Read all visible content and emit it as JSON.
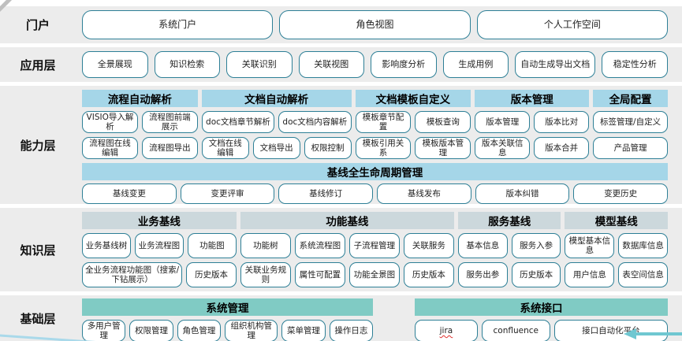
{
  "colors": {
    "row-bg": "#ececec",
    "button-bg": "#ffffff",
    "button-border": "#2d7f96",
    "header-capability": "#a5d6e8",
    "header-knowledge": "#ccd8dc",
    "header-foundation": "#80cbc4",
    "accent-arrow": "#6fc7d1",
    "corner-line": "#a9d9ea",
    "corner-triangle": "#bfbfbf",
    "spellcheck-red": "#e0312e"
  },
  "layers": [
    {
      "id": "portal",
      "label": "门户",
      "type": "buttons",
      "items": [
        "系统门户",
        "角色视图",
        "个人工作空间"
      ]
    },
    {
      "id": "application",
      "label": "应用层",
      "type": "buttons",
      "items": [
        "全景展现",
        "知识检索",
        "关联识别",
        "关联视图",
        "影响度分析",
        "生成用例",
        {
          "label": "自动生成导出文档",
          "flex": 1.25
        },
        "稳定性分析"
      ]
    },
    {
      "id": "capability",
      "label": "能力层",
      "type": "groups",
      "groups": [
        {
          "gid": "process-auto-parse",
          "title": "流程自动解析",
          "flex": 147,
          "rows": [
            [
              "VISIO导入解析",
              "流程图前端展示"
            ],
            [
              "流程图在线编辑",
              "流程图导出"
            ]
          ]
        },
        {
          "gid": "doc-auto-parse",
          "title": "文档自动解析",
          "flex": 190,
          "rows": [
            [
              "doc文档章节解析",
              "doc文档内容解析"
            ],
            [
              "文档在线编辑",
              "文档导出",
              "权限控制"
            ]
          ]
        },
        {
          "gid": "doc-template-custom",
          "title": "文档模板自定义",
          "flex": 147,
          "rows": [
            [
              "模板章节配置",
              "模板查询"
            ],
            [
              "模板引用关系",
              "模板版本管理"
            ]
          ]
        },
        {
          "gid": "version-management",
          "title": "版本管理",
          "flex": 145,
          "rows": [
            [
              "版本管理",
              "版本比对"
            ],
            [
              "版本关联信息",
              "版本合并"
            ]
          ]
        },
        {
          "gid": "global-config",
          "title": "全局配置",
          "flex": 95,
          "rows": [
            [
              "标签管理/自定义"
            ],
            [
              "产品管理"
            ]
          ]
        }
      ],
      "footer": {
        "gid": "baseline-lifecycle",
        "title": "基线全生命周期管理",
        "items": [
          "基线变更",
          "变更评审",
          "基线修订",
          "基线发布",
          "版本纠错",
          "变更历史"
        ]
      }
    },
    {
      "id": "knowledge",
      "label": "知识层",
      "type": "groups",
      "groups": [
        {
          "gid": "business-baseline",
          "title": "业务基线",
          "flex": 195,
          "rows": [
            [
              "业务基线树",
              "业务流程图",
              "功能图"
            ],
            [
              {
                "label": "全业务流程功能图（搜索/下钻展示）",
                "flex": 2.15
              },
              "历史版本"
            ]
          ]
        },
        {
          "gid": "function-baseline",
          "title": "功能基线",
          "flex": 270,
          "rows": [
            [
              "功能树",
              "系统流程图",
              "子流程管理",
              "关联服务"
            ],
            [
              "关联业务规则",
              "属性可配置",
              "功能全景图",
              "历史版本"
            ]
          ]
        },
        {
          "gid": "service-baseline",
          "title": "服务基线",
          "flex": 130,
          "rows": [
            [
              "基本信息",
              "服务入参"
            ],
            [
              "服务出参",
              "历史版本"
            ]
          ]
        },
        {
          "gid": "model-baseline",
          "title": "模型基线",
          "flex": 130,
          "rows": [
            [
              "模型基本信息",
              "数据库信息"
            ],
            [
              "用户信息",
              "表空间信息"
            ]
          ]
        }
      ]
    },
    {
      "id": "foundation",
      "label": "基础层",
      "type": "groups",
      "groups": [
        {
          "gid": "system-management",
          "title": "系统管理",
          "flex": 368,
          "rows": [
            [
              "多用户管理",
              "权限管理",
              "角色管理",
              {
                "label": "组织机构管理",
                "flex": 1.25
              },
              "菜单管理",
              "操作日志"
            ]
          ]
        },
        {
          "gid": "system-interface",
          "title": "系统接口",
          "flex": 320,
          "gap_before": true,
          "rows": [
            [
              {
                "label": "jira",
                "spellcheck": true
              },
              {
                "label": "confluence",
                "flex": 1.1
              },
              {
                "label": "接口自动化平台",
                "flex": 1.9
              }
            ]
          ]
        }
      ]
    }
  ]
}
